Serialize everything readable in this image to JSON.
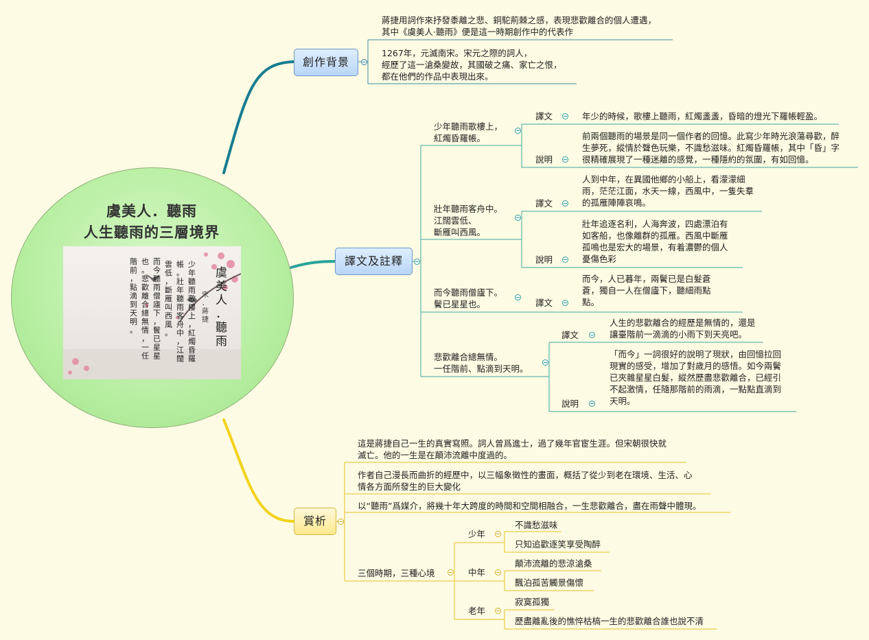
{
  "central": {
    "title_line1": "虞美人．聽雨",
    "title_line2": "人生聽雨的三層境界",
    "image": {
      "title_vertical": "虞美人．聽雨",
      "author_vertical": "宋．蔣捷",
      "poem_columns": [
        "少年聽雨歌樓上，紅燭昏羅",
        "帳。壯年聽雨客舟中，江闊",
        "雲低，斷雁叫西風。",
        "而今聽雨僧廬下，鬢已星星",
        "也。悲歡離合總無情，一任",
        "階前，點滴到天明。"
      ]
    }
  },
  "branches": {
    "background": {
      "label": "創作背景",
      "texts": [
        [
          "蔣捷用詞作來抒發黍離之悲、銅駝荊棘之感，表現悲歡離合的個人遭遇，",
          "其中《虞美人·聽雨》便是這一時期創作中的代表作"
        ],
        [
          "1267年，元滅南宋。宋元之際的詞人，",
          "經歷了這一滄桑變故，其國破之痛、家亡之恨，",
          "都在他們的作品中表現出來。"
        ]
      ]
    },
    "translation": {
      "label": "譯文及註釋",
      "sections": [
        {
          "line": [
            "少年聽雨歌樓上，",
            "紅燭昏羅帳。"
          ],
          "items": [
            {
              "tag": "譯文",
              "text": [
                "年少的時候，歌樓上聽雨，紅燭盞盞，昏暗的燈光下羅帳輕盈。"
              ]
            },
            {
              "tag": "說明",
              "text": [
                "前兩個聽雨的場景是同一個作者的回憶。此寫少年時光浪蕩尋歡，醉",
                "生夢死，縱情於聲色玩樂，不識愁滋味。紅燭昏羅帳，其中「昏」字",
                "很精確展現了一種迷離的感覺，一種隱約的氛圍，有如回憶。"
              ]
            }
          ]
        },
        {
          "line": [
            "壯年聽雨客舟中。",
            "江闊雲低、",
            "斷雁叫西風。"
          ],
          "items": [
            {
              "tag": "譯文",
              "text": [
                "人到中年，在異國他鄉的小船上，看濛濛細",
                "雨，茫茫江面，水天一線，西風中，一隻失羣",
                "的孤雁陣陣哀鳴。"
              ]
            },
            {
              "tag": "說明",
              "text": [
                "壯年追逐名利，人海奔波，四處漂泊有",
                "如客船，也像離群的孤雁。西風中斷雁",
                "孤鳴也是宏大的場景，有着濃鬱的個人",
                "憂傷色彩"
              ]
            }
          ]
        },
        {
          "line": [
            "而今聽雨僧廬下。",
            "鬢已星星也。"
          ],
          "items": [
            {
              "tag": "譯文",
              "text": [
                "而今，人已暮年，兩鬢已是白髮蒼",
                "蒼，獨自一人在僧廬下，聽細雨點",
                "點。"
              ]
            }
          ]
        },
        {
          "line": [
            "悲歡離合總無情。",
            "一任階前、點滴到天明。"
          ],
          "items": [
            {
              "tag": "譯文",
              "text": [
                "人生的悲歡離合的經歷是無情的，還是",
                "讓臺階前一滴滴的小雨下到天亮吧。"
              ]
            },
            {
              "tag": "說明",
              "text": [
                "「而今」一詞很好的說明了現狀，由回憶拉回",
                "現實的感受，增加了對歲月的感悟。如今兩鬢",
                "已夾雜星星白髮，縱然歷盡悲歡離合，已經引",
                "不起激情，任隨那階前的雨滴，一點點直滴到",
                "天明。"
              ]
            }
          ]
        }
      ]
    },
    "appreciation": {
      "label": "賞析",
      "texts": [
        [
          "這是蔣捷自己一生的真實寫照。詞人曾爲進士，過了幾年官宦生涯。但宋朝很快就",
          "滅亡。他的一生是在顛沛流離中度過的。"
        ],
        [
          "作者自己漫長而曲折的經歷中，以三幅象徵性的畫面，概括了從少到老在環境、生活、心",
          "情各方面所發生的巨大變化"
        ],
        [
          "以“聽雨”爲媒介，將幾十年大跨度的時間和空間相融合，一生悲歡離合，盡在雨聲中體現。"
        ]
      ],
      "periods": {
        "label": "三個時期，三種心境",
        "stages": [
          {
            "name": "少年",
            "items": [
              "不識愁滋味",
              "只知追歡逐笑享受陶醉"
            ]
          },
          {
            "name": "中年",
            "items": [
              "顛沛流離的悲涼滄桑",
              "飄泊孤苦觸景傷懷"
            ]
          },
          {
            "name": "老年",
            "items": [
              "寂寞孤獨",
              "歷盡離亂後的憔悴枯槁一生的悲歡離合誰也說不清"
            ]
          }
        ]
      }
    }
  },
  "colors": {
    "background": "#fdfbe3",
    "blue_branch": "#167d91",
    "teal_branch": "#2aa39a",
    "yellow_branch": "#f2d21c",
    "sub_line_blue": "#3b8ea6",
    "sub_line_teal": "#3aa7a0",
    "sub_line_yellow": "#e7c126"
  }
}
